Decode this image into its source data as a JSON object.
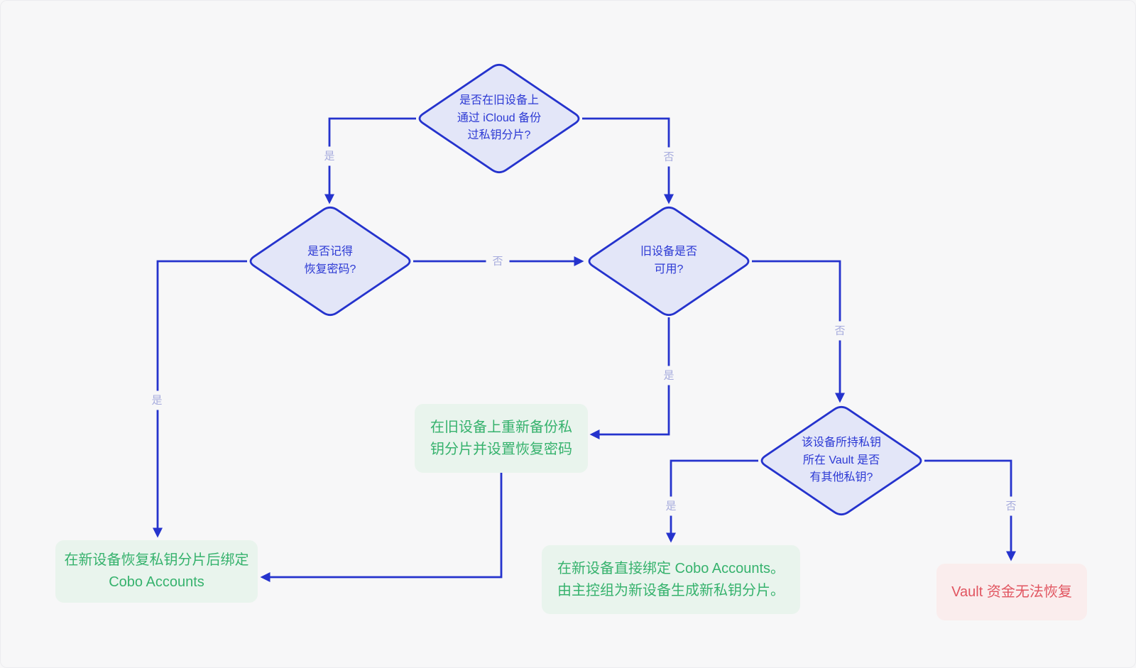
{
  "page": {
    "background": "#f7f7f8"
  },
  "colors": {
    "line": "#2533cd",
    "diamond_fill": "#e3e6f8",
    "diamond_border": "#2533cd",
    "diamond_text": "#2c39d4",
    "edge_label_text": "#a6abdd",
    "success_text": "#36b26d",
    "success_bg": "#e9f4ed",
    "danger_text": "#e15560",
    "danger_bg": "#faeded"
  },
  "nodes": {
    "icloud_backup_question": "是否在旧设备上\n通过 iCloud 备份\n过私钥分片?",
    "remember_password_question": "是否记得\n恢复密码?",
    "old_device_available_question": "旧设备是否\n可用?",
    "vault_other_keys_question": "该设备所持私钥\n所在 Vault 是否\n有其他私钥?",
    "rebackup_on_old_device": "在旧设备上重新备份私\n钥分片并设置恢复密码",
    "restore_and_bind": "在新设备恢复私钥分片后绑定\nCobo Accounts",
    "direct_bind_new_shards": "在新设备直接绑定 Cobo Accounts。\n由主控组为新设备生成新私钥分片。",
    "funds_unrecoverable": "Vault 资金无法恢复"
  },
  "edge_labels": {
    "icloud_yes": "是",
    "icloud_no": "否",
    "password_no": "否",
    "password_yes": "是",
    "old_device_yes": "是",
    "old_device_no": "否",
    "vault_yes": "是",
    "vault_no": "否"
  }
}
